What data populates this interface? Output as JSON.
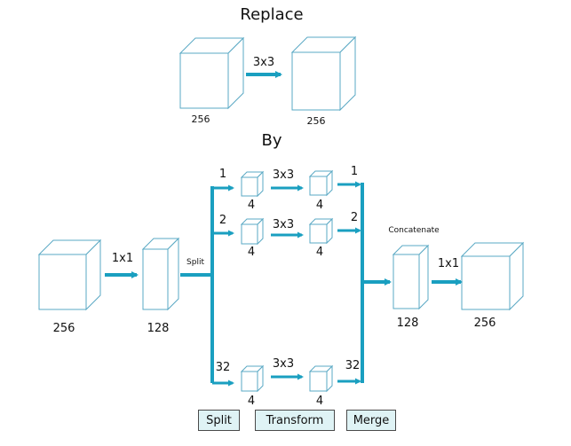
{
  "top": {
    "title": "Replace",
    "input_label": "256",
    "op_label": "3x3",
    "output_label": "256"
  },
  "by_label": "By",
  "bottom": {
    "input_label": "256",
    "conv1_label": "1x1",
    "reduced_label": "128",
    "split_label": "Split",
    "branches": [
      {
        "index": "1",
        "in_size": "4",
        "op": "3x3",
        "out_size": "4",
        "merge_index": "1"
      },
      {
        "index": "2",
        "in_size": "4",
        "op": "3x3",
        "out_size": "4",
        "merge_index": "2"
      },
      {
        "index": "32",
        "in_size": "4",
        "op": "3x3",
        "out_size": "4",
        "merge_index": "32"
      }
    ],
    "concat_label": "Concatenate",
    "concat_size": "128",
    "conv_out_label": "1x1",
    "output_label": "256"
  },
  "stages": [
    "Split",
    "Transform",
    "Merge"
  ],
  "colors": {
    "arrow": "#1a9fc0",
    "cube_stroke": "#5aa9c4",
    "stage_fill": "#dff3f5"
  }
}
